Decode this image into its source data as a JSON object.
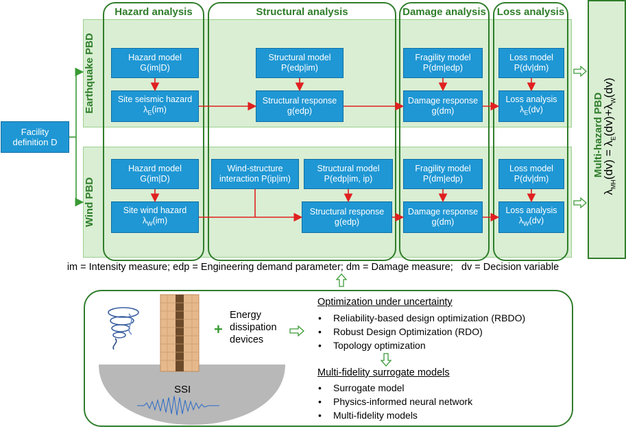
{
  "stages": {
    "hazard": "Hazard analysis",
    "structural": "Structural analysis",
    "damage": "Damage analysis",
    "loss": "Loss analysis"
  },
  "bands": {
    "earthquake": "Earthquake PBD",
    "wind": "Wind PBD"
  },
  "facility": {
    "line1": "Facility",
    "line2": "definition D"
  },
  "eq_nodes": {
    "hazard_model": {
      "line1": "Hazard model",
      "line2": "G(im|D)"
    },
    "site_hazard": {
      "line1": "Site seismic hazard",
      "sym": "λ",
      "sub": "E",
      "rest": "(im)"
    },
    "structural_model": {
      "line1": "Structural model",
      "line2": "P(edp|im)"
    },
    "structural_response": {
      "line1": "Structural response",
      "line2": "g(edp)"
    },
    "fragility_model": {
      "line1": "Fragility model",
      "line2": "P(dm|edp)"
    },
    "damage_response": {
      "line1": "Damage response",
      "line2": "g(dm)"
    },
    "loss_model": {
      "line1": "Loss model",
      "line2": "P(dv|dm)"
    },
    "loss_analysis": {
      "line1": "Loss analysis",
      "sym": "λ",
      "sub": "E",
      "rest": "(dv)"
    }
  },
  "wind_nodes": {
    "hazard_model": {
      "line1": "Hazard model",
      "line2": "G(im|D)"
    },
    "site_hazard": {
      "line1": "Site wind hazard",
      "sym": "λ",
      "sub": "W",
      "rest": "(im)"
    },
    "interaction": {
      "line1": "Wind-structure",
      "line2": "interaction P(ip|im)"
    },
    "structural_model": {
      "line1": "Structural model",
      "line2": "P(edp|im, ip)"
    },
    "structural_response": {
      "line1": "Structural response",
      "line2": "g(edp)"
    },
    "fragility_model": {
      "line1": "Fragility model",
      "line2": "P(dm|edp)"
    },
    "damage_response": {
      "line1": "Damage response",
      "line2": "g(dm)"
    },
    "loss_model": {
      "line1": "Loss model",
      "line2": "P(dv|dm)"
    },
    "loss_analysis": {
      "line1": "Loss analysis",
      "sym": "λ",
      "sub": "W",
      "rest": "(dv)"
    }
  },
  "multi_hazard": {
    "title": "Multi-hazard PBD",
    "formula_lhs": "λ",
    "formula_lhs_sub": "MH",
    "formula_mid": "(dv) = λ",
    "formula_mid_sub": "E",
    "formula_rest1": "(dv)+λ",
    "formula_rest_sub": "W",
    "formula_rest2": "(dv)"
  },
  "legend": "im = Intensity measure; edp = Engineering demand parameter; dm = Damage measure;   dv = Decision variable",
  "bottom": {
    "energy": [
      "Energy",
      "dissipation",
      "devices"
    ],
    "plus": "+",
    "ssi": "SSI",
    "optimization_title": "Optimization under uncertainty",
    "optimization_items": [
      "Reliability-based design optimization (RBDO)",
      "Robust Design Optimization (RDO)",
      "Topology optimization"
    ],
    "surrogate_title": "Multi-fidelity surrogate models",
    "surrogate_items": [
      "Surrogate model",
      "Physics-informed neural network",
      "Multi-fidelity models"
    ]
  },
  "colors": {
    "node_fill": "#1f97d4",
    "band_fill": "#d9eed3",
    "stage_border": "#2f7d2a",
    "arrow": "#e02020",
    "connector": "#3a9a35"
  }
}
